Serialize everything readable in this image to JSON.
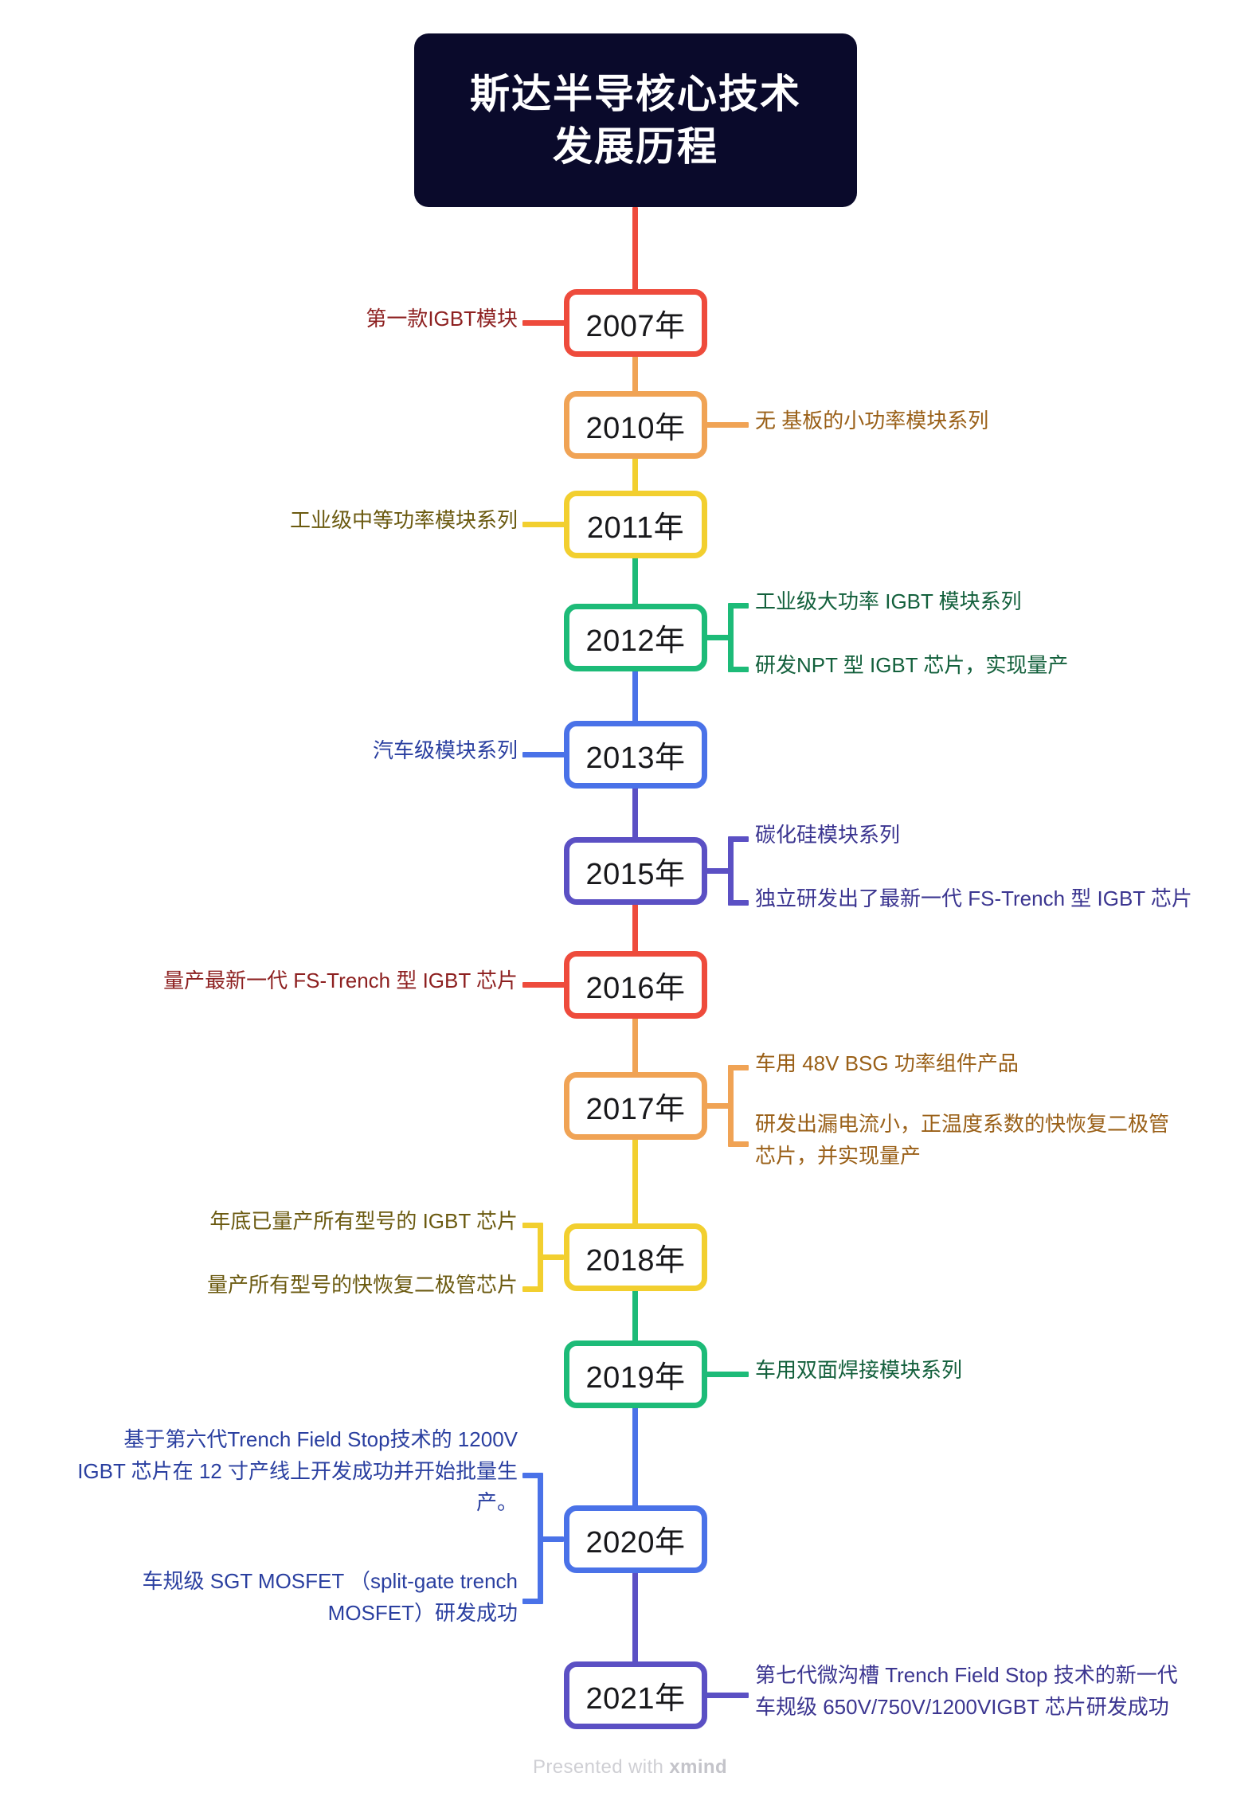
{
  "title": {
    "line1": "斯达半导核心技术",
    "line2": "发展历程",
    "background": "#0a0a2b",
    "color": "#ffffff"
  },
  "footer": {
    "prefix": "Presented with ",
    "brand": "xmind"
  },
  "palette": {
    "red": "#ee4b3c",
    "orange": "#f0a355",
    "yellow": "#f2cf2f",
    "green": "#1dbb78",
    "blue": "#4a72e8",
    "purple": "#5b50c4",
    "text_red": "#8d2020",
    "text_orange": "#9a6018",
    "text_yellow": "#6b5a10",
    "text_green": "#13603c",
    "text_blue": "#2a3fa0",
    "text_purple": "#3b3590"
  },
  "timeline": [
    {
      "year": "2007年",
      "color": "#ee4b3c",
      "text_color": "#8d2020",
      "side": "left",
      "branches": [
        "第一款IGBT模块"
      ]
    },
    {
      "year": "2010年",
      "color": "#f0a355",
      "text_color": "#9a6018",
      "side": "right",
      "branches": [
        "无 基板的小功率模块系列"
      ]
    },
    {
      "year": "2011年",
      "color": "#f2cf2f",
      "text_color": "#6b5a10",
      "side": "left",
      "branches": [
        "工业级中等功率模块系列"
      ]
    },
    {
      "year": "2012年",
      "color": "#1dbb78",
      "text_color": "#13603c",
      "side": "right",
      "branches": [
        "工业级大功率 IGBT 模块系列",
        "研发NPT 型 IGBT 芯片，实现量产"
      ]
    },
    {
      "year": "2013年",
      "color": "#4a72e8",
      "text_color": "#2a3fa0",
      "side": "left",
      "branches": [
        "汽车级模块系列"
      ]
    },
    {
      "year": "2015年",
      "color": "#5b50c4",
      "text_color": "#3b3590",
      "side": "right",
      "branches": [
        "碳化硅模块系列",
        "独立研发出了最新一代 FS-Trench 型 IGBT 芯片"
      ]
    },
    {
      "year": "2016年",
      "color": "#ee4b3c",
      "text_color": "#8d2020",
      "side": "left",
      "branches": [
        "量产最新一代 FS-Trench 型 IGBT 芯片"
      ]
    },
    {
      "year": "2017年",
      "color": "#f0a355",
      "text_color": "#9a6018",
      "side": "right",
      "branches": [
        "车用 48V BSG 功率组件产品",
        "研发出漏电流小，正温度系数的快恢复二极管\n芯片，并实现量产"
      ]
    },
    {
      "year": "2018年",
      "color": "#f2cf2f",
      "text_color": "#6b5a10",
      "side": "left",
      "branches": [
        "年底已量产所有型号的 IGBT 芯片",
        "量产所有型号的快恢复二极管芯片"
      ]
    },
    {
      "year": "2019年",
      "color": "#1dbb78",
      "text_color": "#13603c",
      "side": "right",
      "branches": [
        "车用双面焊接模块系列"
      ]
    },
    {
      "year": "2020年",
      "color": "#4a72e8",
      "text_color": "#2a3fa0",
      "side": "left",
      "branches": [
        "基于第六代Trench Field Stop技术的 1200V\nIGBT 芯片在 12 寸产线上开发成功并开始批量生\n产。",
        "车规级 SGT MOSFET （split-gate trench\nMOSFET）研发成功"
      ]
    },
    {
      "year": "2021年",
      "color": "#5b50c4",
      "text_color": "#3b3590",
      "side": "right",
      "branches": [
        "第七代微沟槽 Trench Field Stop 技术的新一代\n车规级 650V/750V/1200VIGBT 芯片研发成功"
      ]
    }
  ]
}
